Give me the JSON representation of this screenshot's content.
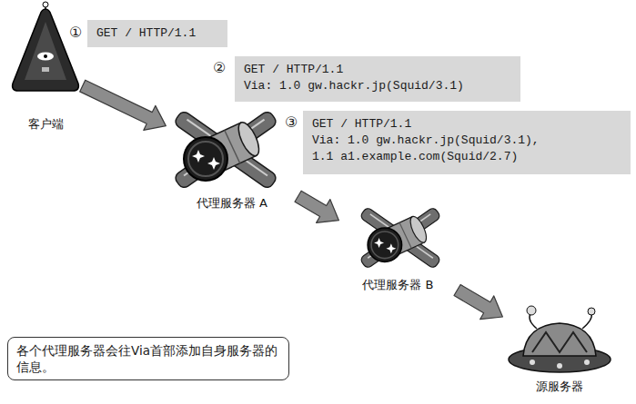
{
  "diagram": {
    "nodes": [
      {
        "text": [
          "客户端"
        ]
      },
      {
        "text": [
          "GET / HTTP/1.1"
        ]
      },
      {
        "text": [
          "GET / HTTP/1.1",
          "Via: 1.0 gw.hackr.jp(Squid/3.1)"
        ]
      },
      {
        "text": [
          "代理服务器 A"
        ]
      },
      {
        "text": [
          "GET / HTTP/1.1",
          "Via: 1.0 gw.hackr.jp(Squid/3.1),",
          "1.1 a1.example.com(Squid/2.7)"
        ]
      },
      {
        "text": [
          "代理服务器 B"
        ]
      },
      {
        "text": [
          "各个代理服务器会往Via首部添加自身服务器的信息。"
        ]
      },
      {
        "text": [
          "源服务器"
        ]
      }
    ],
    "edges": [
      {
        "from": 0,
        "to": 3,
        "arrow": "to"
      },
      {
        "from": 3,
        "to": 5,
        "arrow": "to"
      },
      {
        "from": 5,
        "to": 7,
        "arrow": "to"
      }
    ],
    "labels": [
      "①",
      "②",
      "③"
    ]
  }
}
